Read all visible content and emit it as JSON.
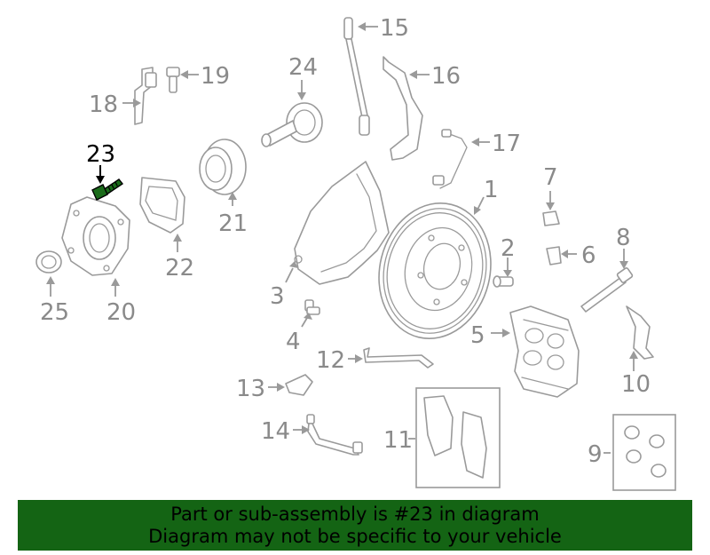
{
  "highlight": {
    "part": "23",
    "color": "#1a6b1a"
  },
  "callouts": [
    "1",
    "2",
    "3",
    "4",
    "5",
    "6",
    "7",
    "8",
    "9",
    "10",
    "11",
    "12",
    "13",
    "14",
    "15",
    "16",
    "17",
    "18",
    "19",
    "20",
    "21",
    "22",
    "23",
    "24",
    "25"
  ],
  "banner": {
    "line1": "Part or sub-assembly is #23 in diagram",
    "line2": "Diagram may not be specific to your vehicle",
    "background": "#146414"
  }
}
